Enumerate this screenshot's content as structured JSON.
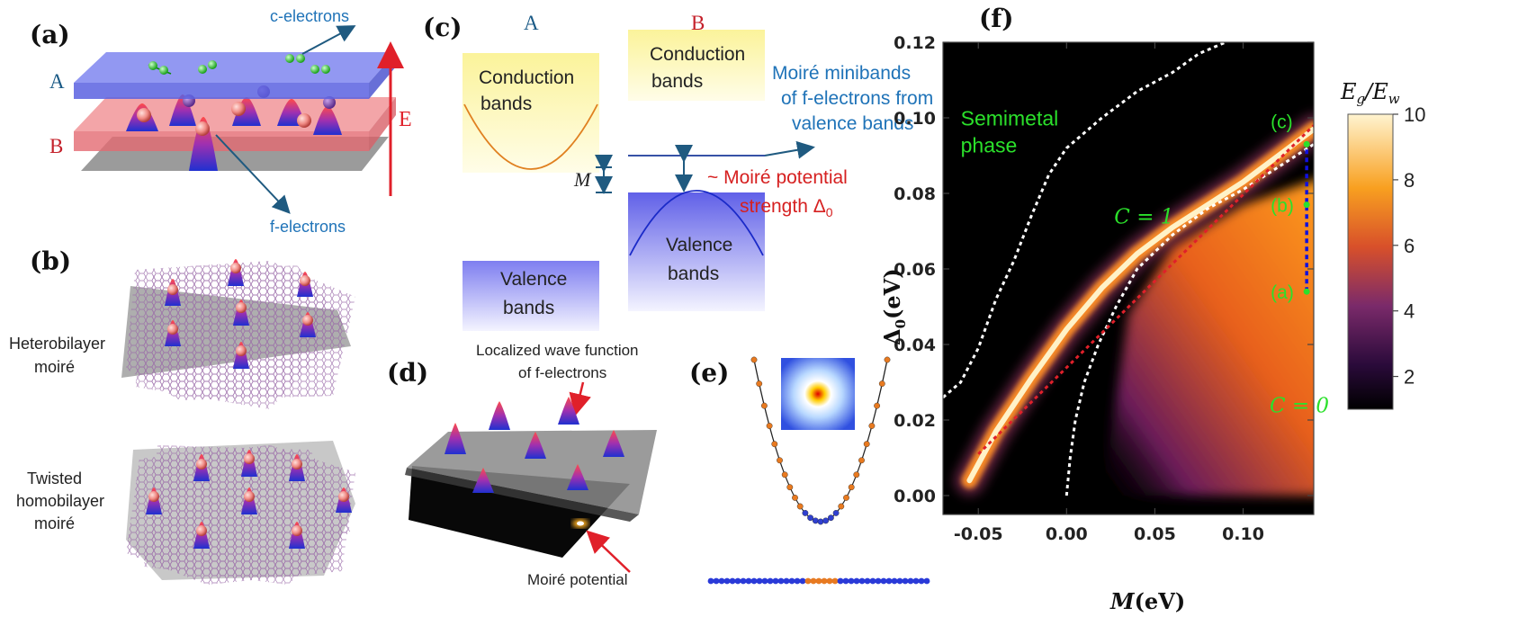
{
  "panels": {
    "a": {
      "label": "(a)",
      "layer_a": "A",
      "layer_b": "B",
      "c_electrons": "c-electrons",
      "f_electrons": "f-electrons",
      "field": "E"
    },
    "b": {
      "label": "(b)",
      "hetero_1": "Heterobilayer",
      "hetero_2": "moiré",
      "homo_1": "Twisted",
      "homo_2": "homobilayer",
      "homo_3": "moiré"
    },
    "c": {
      "label": "(c)",
      "col_a": "A",
      "col_b": "B",
      "cond_a_1": "Conduction",
      "cond_a_2": "bands",
      "cond_b_1": "Conduction",
      "cond_b_2": "bands",
      "val_a_1": "Valence",
      "val_a_2": "bands",
      "val_b_1": "Valence",
      "val_b_2": "bands",
      "m": "M",
      "minibands_1": "Moiré minibands",
      "minibands_2": "of f-electrons from",
      "minibands_3": "valence bands",
      "potential_1": "~ Moiré potential",
      "potential_2": "strength Δ",
      "potential_sub": "0"
    },
    "d": {
      "label": "(d)",
      "wave_1": "Localized wave function",
      "wave_2": "of f-electrons",
      "potential": "Moiré potential"
    },
    "e": {
      "label": "(e)"
    },
    "f": {
      "label": "(f)"
    }
  },
  "colors": {
    "layer_a": "#7f86f0",
    "layer_b": "#f07f86",
    "substrate": "#8a8a8a",
    "electron": "#28d028",
    "field_arrow": "#e0202a",
    "text_blue": "#1f73b8",
    "text_red": "#d62020",
    "label_a": "#1a5a86",
    "label_b": "#c4202a",
    "conduction": "#fbf5a8",
    "valence": "#8c8cf0",
    "annotation_green": "#2be02b",
    "boundary": "#ffffff",
    "fit_line": "#e0202a",
    "path_line": "#1010e0"
  },
  "chart_data": {
    "type": "heatmap",
    "title": "",
    "xlabel": "M",
    "xlabel_unit": "(eV)",
    "ylabel": "Δ",
    "ylabel_sub": "0",
    "ylabel_unit": "(eV)",
    "xlim": [
      -0.07,
      0.14
    ],
    "ylim": [
      -0.005,
      0.12
    ],
    "xticks": [
      "-0.05",
      "0.00",
      "0.05",
      "0.10"
    ],
    "xtick_values": [
      -0.05,
      0.0,
      0.05,
      0.1
    ],
    "yticks": [
      "0.00",
      "0.02",
      "0.04",
      "0.06",
      "0.08",
      "0.10",
      "0.12"
    ],
    "ytick_values": [
      0.0,
      0.02,
      0.04,
      0.06,
      0.08,
      0.1,
      0.12
    ],
    "colorbar": {
      "label": "E",
      "label_sub_1": "g",
      "label_mid": "/E",
      "label_sub_2": "w",
      "ticks": [
        "2",
        "4",
        "6",
        "8",
        "10"
      ],
      "tick_values": [
        2,
        4,
        6,
        8,
        10
      ],
      "range": [
        1,
        10
      ]
    },
    "regions": [
      {
        "text_1": "Semimetal",
        "text_2": "phase",
        "x": -0.06,
        "y": 0.098
      },
      {
        "text": "C = 1",
        "x": 0.027,
        "y": 0.072
      },
      {
        "text": "C = 0",
        "x": 0.115,
        "y": 0.022
      }
    ],
    "points": [
      {
        "name": "(c)",
        "x": 0.136,
        "y": 0.093
      },
      {
        "name": "(b)",
        "x": 0.136,
        "y": 0.077
      },
      {
        "name": "(a)",
        "x": 0.136,
        "y": 0.054
      }
    ],
    "gap_ridge": [
      [
        -0.055,
        0.004
      ],
      [
        -0.04,
        0.017
      ],
      [
        -0.02,
        0.031
      ],
      [
        0.0,
        0.044
      ],
      [
        0.02,
        0.055
      ],
      [
        0.04,
        0.064
      ],
      [
        0.06,
        0.071
      ],
      [
        0.08,
        0.077
      ],
      [
        0.1,
        0.083
      ],
      [
        0.12,
        0.09
      ],
      [
        0.14,
        0.097
      ]
    ],
    "boundary_upper": [
      [
        -0.07,
        0.026
      ],
      [
        -0.06,
        0.03
      ],
      [
        -0.05,
        0.039
      ],
      [
        -0.04,
        0.052
      ],
      [
        -0.03,
        0.062
      ],
      [
        -0.02,
        0.074
      ],
      [
        -0.01,
        0.085
      ],
      [
        0.0,
        0.092
      ],
      [
        0.02,
        0.1
      ],
      [
        0.04,
        0.107
      ],
      [
        0.06,
        0.112
      ],
      [
        0.075,
        0.117
      ],
      [
        0.09,
        0.12
      ]
    ],
    "boundary_lower": [
      [
        0.0,
        0.0
      ],
      [
        0.002,
        0.01
      ],
      [
        0.005,
        0.02
      ],
      [
        0.01,
        0.03
      ],
      [
        0.018,
        0.04
      ],
      [
        0.028,
        0.05
      ],
      [
        0.04,
        0.06
      ],
      [
        0.06,
        0.069
      ],
      [
        0.08,
        0.076
      ],
      [
        0.1,
        0.081
      ],
      [
        0.12,
        0.087
      ],
      [
        0.14,
        0.093
      ]
    ],
    "fit_line": [
      [
        -0.05,
        0.011
      ],
      [
        0.14,
        0.098
      ]
    ],
    "path_line": [
      [
        0.136,
        0.054
      ],
      [
        0.136,
        0.093
      ]
    ]
  }
}
